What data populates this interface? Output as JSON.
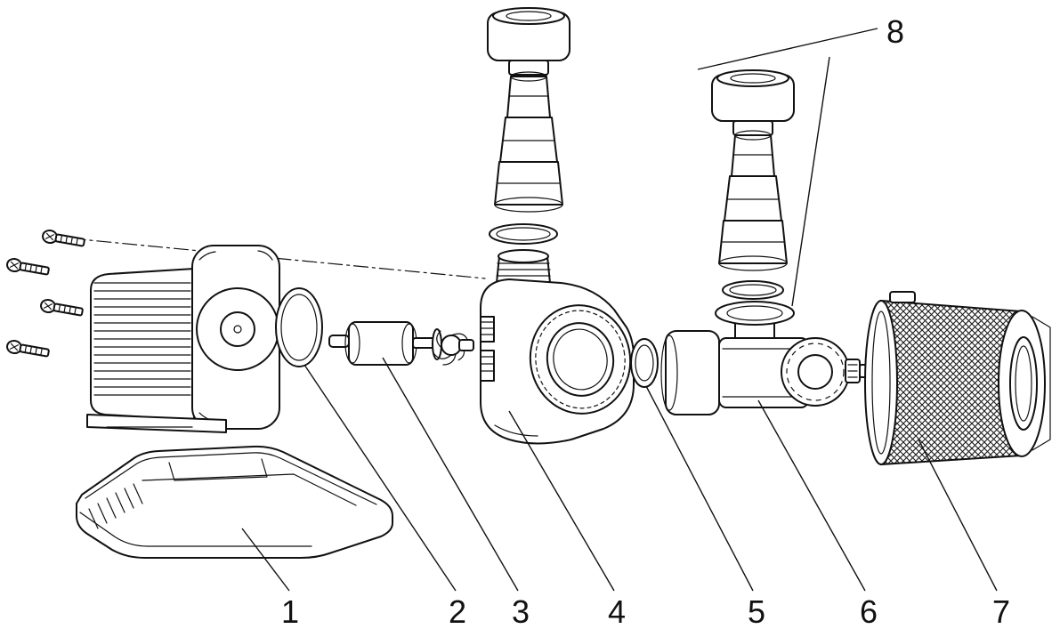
{
  "diagram": {
    "kind": "exploded-parts-diagram",
    "background_color": "#ffffff",
    "line_color": "#111111",
    "part_labels": [
      "1",
      "2",
      "3",
      "4",
      "5",
      "6",
      "7",
      "8"
    ]
  }
}
